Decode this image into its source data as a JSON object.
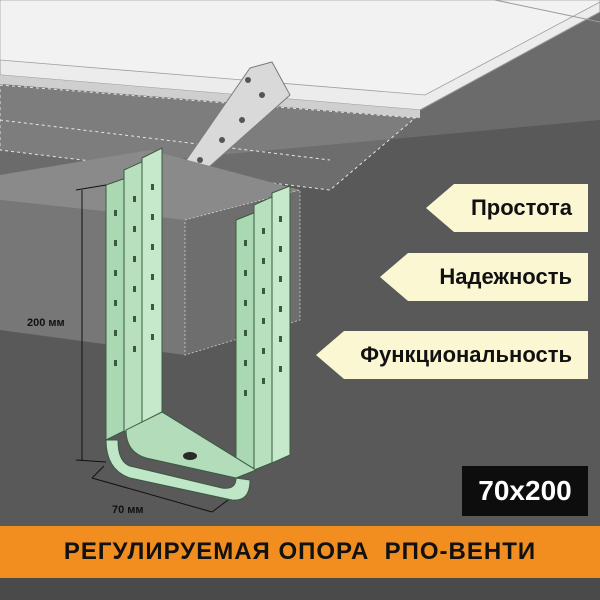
{
  "features": [
    {
      "label": "Простота"
    },
    {
      "label": "Надежность"
    },
    {
      "label": "Функциональность"
    }
  ],
  "dimensions": {
    "height_label": "200 мм",
    "width_label": "70 мм"
  },
  "size_badge": "70х200",
  "banner_title": "РЕГУЛИРУЕМАЯ ОПОРА  РПО-ВЕНТИ",
  "colors": {
    "background": "#5b5b5b",
    "tag_fill": "#fbf7d2",
    "banner": "#f18e1f",
    "bracket": "#bfe6c6",
    "badge": "#0d0d0d"
  }
}
